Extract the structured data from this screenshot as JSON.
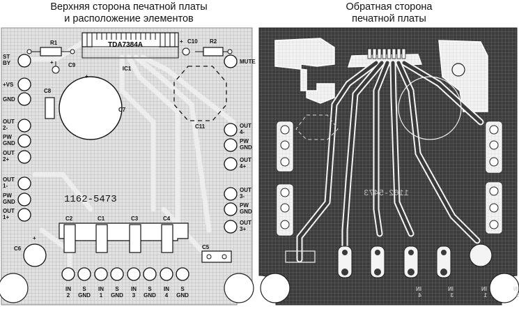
{
  "captions": {
    "top_side_line1": "Верхняя сторона печатной платы",
    "top_side_line2": "и расположение элементов",
    "bottom_side_line1": "Обратная сторона",
    "bottom_side_line2": "печатной платы"
  },
  "components": {
    "ic": "TDA7384A",
    "ic_ref": "IC1",
    "r1": "R1",
    "r2": "R2",
    "c1": "C1",
    "c2": "C2",
    "c3": "C3",
    "c4": "C4",
    "c5": "C5",
    "c6": "C6",
    "c7": "C7",
    "c8": "C8",
    "c9": "C9",
    "c10": "C10",
    "c11": "C11",
    "board_number": "1162-5473"
  },
  "left_pins": [
    {
      "line1": "ST",
      "line2": "BY"
    },
    {
      "line1": "+VS",
      "line2": ""
    },
    {
      "line1": "GND",
      "line2": ""
    },
    {
      "line1": "OUT",
      "line2": "2-"
    },
    {
      "line1": "PW",
      "line2": "GND"
    },
    {
      "line1": "OUT",
      "line2": "2+"
    },
    {
      "line1": "OUT",
      "line2": "1-"
    },
    {
      "line1": "PW",
      "line2": "GND"
    },
    {
      "line1": "OUT",
      "line2": "1+"
    }
  ],
  "right_pins": [
    {
      "line1": "MUTE",
      "line2": ""
    },
    {
      "line1": "OUT",
      "line2": "4-"
    },
    {
      "line1": "PW",
      "line2": "GND"
    },
    {
      "line1": "OUT",
      "line2": "4+"
    },
    {
      "line1": "OUT",
      "line2": "3-"
    },
    {
      "line1": "PW",
      "line2": "GND"
    },
    {
      "line1": "OUT",
      "line2": "3+"
    }
  ],
  "bottom_pins": [
    {
      "line1": "IN",
      "line2": "2"
    },
    {
      "line1": "S",
      "line2": "GND"
    },
    {
      "line1": "IN",
      "line2": "1"
    },
    {
      "line1": "S",
      "line2": "GND"
    },
    {
      "line1": "IN",
      "line2": "3"
    },
    {
      "line1": "S",
      "line2": "GND"
    },
    {
      "line1": "IN",
      "line2": "4"
    },
    {
      "line1": "S",
      "line2": "GND"
    }
  ],
  "colors": {
    "board_light": "#d8d8d8",
    "board_dark": "#3a3a3a",
    "grid_light": "#b8b8b8",
    "copper_light": "#f4f4f4",
    "pad_outline": "#222222"
  }
}
